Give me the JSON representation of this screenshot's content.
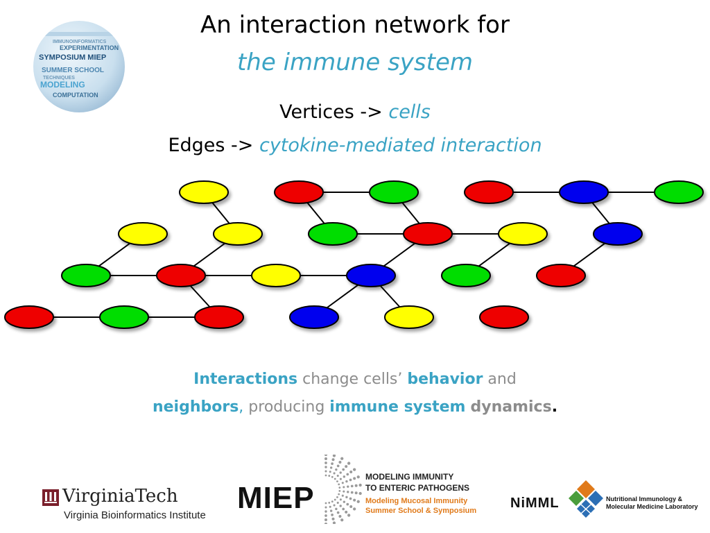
{
  "title": {
    "line1": "An interaction network for",
    "line2": "the immune system"
  },
  "legend": {
    "vertices_prefix": "Vertices -> ",
    "vertices_term": "cells",
    "edges_prefix": "Edges -> ",
    "edges_term": "cytokine-mediated interaction"
  },
  "caption": {
    "w1": "Interactions",
    "w2": " change cells’ ",
    "w3": "behavior",
    "w4": " and",
    "w5": "neighbors",
    "w6": ",",
    "w7": " producing ",
    "w8": "immune system",
    "w9": " ",
    "w10": "dynamics",
    "w11": "."
  },
  "network": {
    "colors": {
      "red": "#ee0000",
      "green": "#00dd00",
      "yellow": "#ffff00",
      "blue": "#0000ee"
    },
    "nodes": [
      {
        "id": "n1",
        "color": "yellow"
      },
      {
        "id": "n2",
        "color": "red"
      },
      {
        "id": "n3",
        "color": "green"
      },
      {
        "id": "n4",
        "color": "red"
      },
      {
        "id": "n5",
        "color": "blue"
      },
      {
        "id": "n6",
        "color": "green"
      },
      {
        "id": "n7",
        "color": "yellow"
      },
      {
        "id": "n8",
        "color": "yellow"
      },
      {
        "id": "n9",
        "color": "green"
      },
      {
        "id": "n10",
        "color": "red"
      },
      {
        "id": "n11",
        "color": "yellow"
      },
      {
        "id": "n12",
        "color": "blue"
      },
      {
        "id": "n13",
        "color": "green"
      },
      {
        "id": "n14",
        "color": "red"
      },
      {
        "id": "n15",
        "color": "yellow"
      },
      {
        "id": "n16",
        "color": "blue"
      },
      {
        "id": "n17",
        "color": "green"
      },
      {
        "id": "n18",
        "color": "red"
      },
      {
        "id": "n19",
        "color": "red"
      },
      {
        "id": "n20",
        "color": "green"
      },
      {
        "id": "n21",
        "color": "red"
      },
      {
        "id": "n22",
        "color": "blue"
      },
      {
        "id": "n23",
        "color": "yellow"
      },
      {
        "id": "n24",
        "color": "red"
      }
    ],
    "edges": [
      [
        "n1",
        "n8"
      ],
      [
        "n2",
        "n3"
      ],
      [
        "n2",
        "n9"
      ],
      [
        "n3",
        "n10"
      ],
      [
        "n4",
        "n5"
      ],
      [
        "n5",
        "n6"
      ],
      [
        "n5",
        "n12"
      ],
      [
        "n7",
        "n13"
      ],
      [
        "n8",
        "n14"
      ],
      [
        "n9",
        "n10"
      ],
      [
        "n10",
        "n11"
      ],
      [
        "n10",
        "n16"
      ],
      [
        "n12",
        "n18"
      ],
      [
        "n13",
        "n14"
      ],
      [
        "n14",
        "n15"
      ],
      [
        "n14",
        "n21"
      ],
      [
        "n15",
        "n16"
      ],
      [
        "n16",
        "n22"
      ],
      [
        "n16",
        "n23"
      ],
      [
        "n19",
        "n20"
      ],
      [
        "n20",
        "n21"
      ],
      [
        "n11",
        "n17"
      ]
    ]
  },
  "logos": {
    "sphere_words": [
      "SYMPOSIUM MIEP",
      "EXPERIMENTATION",
      "IMMUNOINFORMATICS",
      "SUMMER SCHOOL",
      "MODELING",
      "COMPUTATION",
      "TECHNIQUES"
    ],
    "vt_name": "VirginiaTech",
    "vt_sub": "Virginia Bioinformatics Institute",
    "miep_word": "MIEP",
    "miep_line1": "MODELING IMMUNITY",
    "miep_line2": "TO ENTERIC PATHOGENS",
    "miep_line3": "Modeling Mucosal Immunity",
    "miep_line4": "Summer School & Symposium",
    "nimml_word": "NiMML",
    "nimml_line1": "Nutritional Immunology &",
    "nimml_line2": "Molecular Medicine Laboratory"
  }
}
